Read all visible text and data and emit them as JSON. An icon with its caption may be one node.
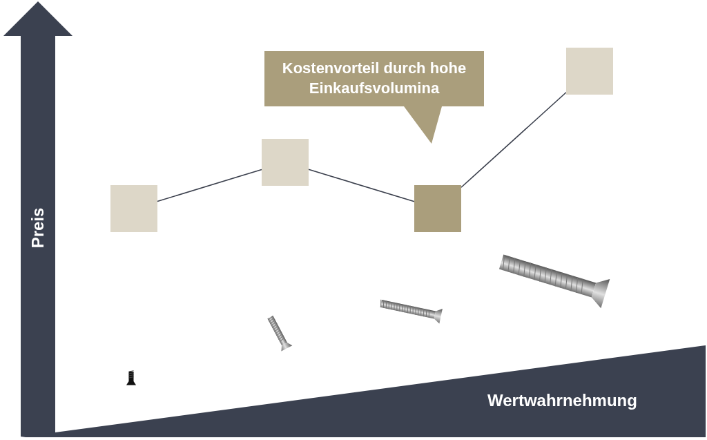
{
  "diagram": {
    "nodes": [
      {
        "text": [
          "Kostenvorteil durch hohe Einkaufsvolumina"
        ]
      },
      {
        "text": [],
        "shape": "box"
      },
      {
        "text": [],
        "shape": "box"
      },
      {
        "text": [],
        "shape": "box"
      },
      {
        "text": [],
        "shape": "box"
      }
    ],
    "edges": [
      {
        "from": 1,
        "to": 2,
        "arrow": "none"
      },
      {
        "from": 2,
        "to": 3,
        "arrow": "none"
      },
      {
        "from": 3,
        "to": 4,
        "arrow": "none"
      }
    ],
    "labels": [
      "Preis",
      "Wertwahrnehmung"
    ]
  }
}
